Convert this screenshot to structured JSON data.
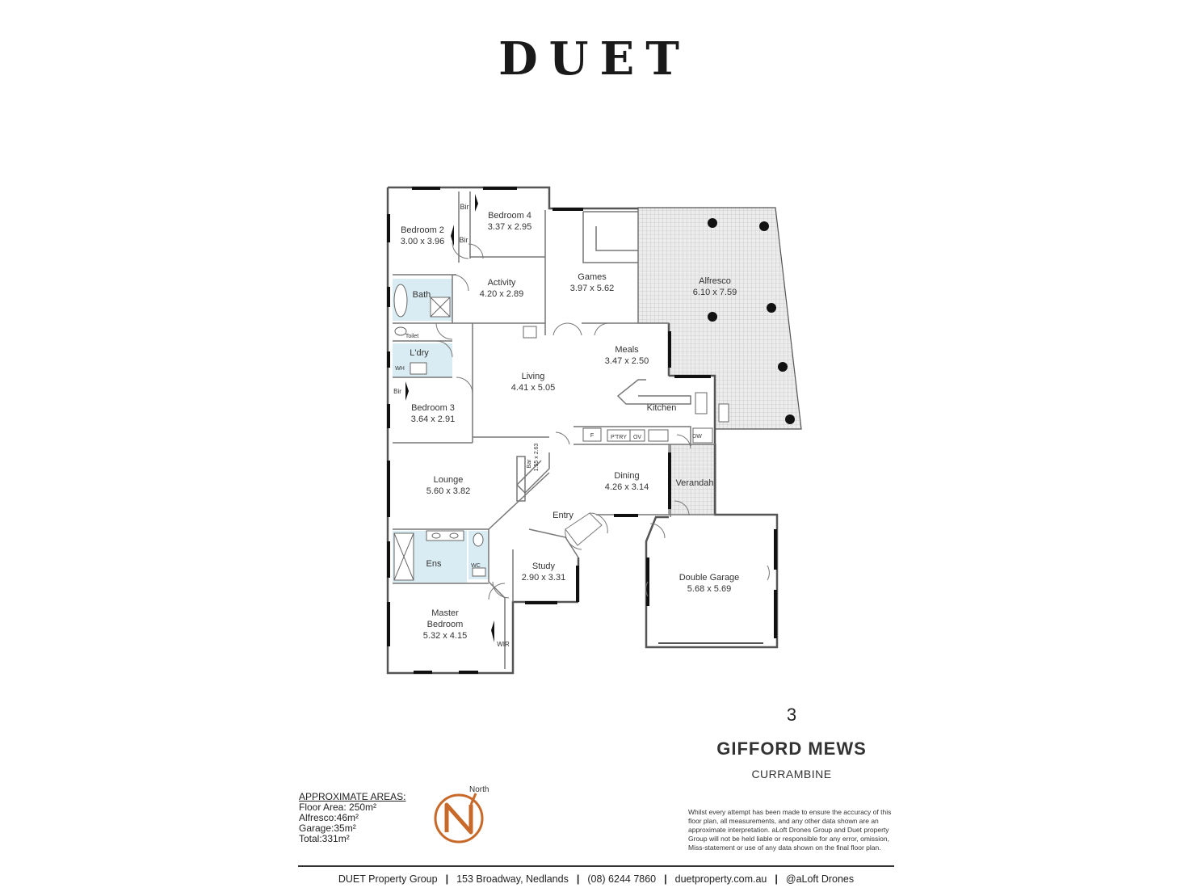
{
  "brand": "DUET",
  "rooms": {
    "bedroom2": {
      "name": "Bedroom 2",
      "dim": "3.00 x 3.96"
    },
    "bedroom4": {
      "name": "Bedroom 4",
      "dim": "3.37 x 2.95"
    },
    "activity": {
      "name": "Activity",
      "dim": "4.20 x 2.89"
    },
    "games": {
      "name": "Games",
      "dim": "3.97 x 5.62"
    },
    "alfresco": {
      "name": "Alfresco",
      "dim": "6.10 x 7.59"
    },
    "bath": {
      "name": "Bath"
    },
    "laundry": {
      "name": "L'dry"
    },
    "meals": {
      "name": "Meals",
      "dim": "3.47 x 2.50"
    },
    "living": {
      "name": "Living",
      "dim": "4.41 x 5.05"
    },
    "bedroom3": {
      "name": "Bedroom 3",
      "dim": "3.64 x 2.91"
    },
    "kitchen": {
      "name": "Kitchen"
    },
    "lounge": {
      "name": "Lounge",
      "dim": "5.60 x 3.82"
    },
    "dining": {
      "name": "Dining",
      "dim": "4.26 x 3.14"
    },
    "verandah": {
      "name": "Verandah"
    },
    "entry": {
      "name": "Entry"
    },
    "ensuite": {
      "name": "Ens"
    },
    "study": {
      "name": "Study",
      "dim": "2.90 x 3.31"
    },
    "garage": {
      "name": "Double Garage",
      "dim": "5.68 x 5.69"
    },
    "master": {
      "line1": "Master",
      "line2": "Bedroom",
      "dim": "5.32 x 4.15"
    }
  },
  "fixtures": {
    "bir": "Bir",
    "toilet": "Toilet",
    "wh": "WH",
    "wc": "WC",
    "wir": "WIR",
    "fridge": "F",
    "pantry": "P'TRY",
    "oven": "OV",
    "dw": "DW",
    "bar": "Bar",
    "bar_dim": "1.55 x 2.63"
  },
  "address": {
    "number": "3",
    "street": "GIFFORD MEWS",
    "suburb": "CURRAMBINE"
  },
  "areas": {
    "heading": "APPROXIMATE AREAS:",
    "floor": "Floor Area: 250m²",
    "alfresco": "Alfresco:46m²",
    "garage": "Garage:35m²",
    "total": "Total:331m²"
  },
  "compass": {
    "label": "North",
    "letter": "N",
    "color": "#c8692a"
  },
  "disclaimer": "Whilst every attempt has been made to ensure the accuracy of this floor plan, all measurements, and any other data shown are an approximate interpretation. aLoft Drones Group and Duet property Group will not be held liable or responsible for any error, omission, Miss-statement or use of any data shown on the final floor plan.",
  "footer": {
    "company": "DUET Property Group",
    "address": "153 Broadway, Nedlands",
    "phone": "(08) 6244 7860",
    "website": "duetproperty.com.au",
    "social": "@aLoft Drones"
  },
  "colors": {
    "wet_area": "#d9ecf3",
    "pattern": "#bdbdbd",
    "wall": "#555555",
    "window": "#111111"
  }
}
